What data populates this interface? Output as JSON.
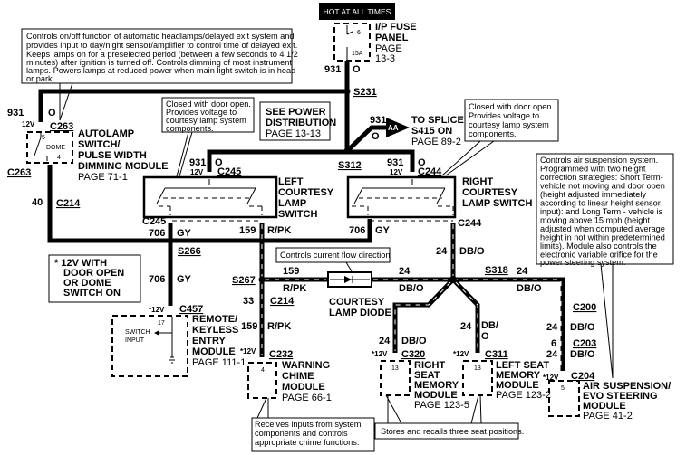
{
  "hot_label": "HOT AT ALL TIMES",
  "fuse_panel": {
    "title": [
      "I/P FUSE",
      "PANEL"
    ],
    "page": [
      "PAGE",
      "13-3"
    ],
    "fuse_no": "6",
    "rating": "15A"
  },
  "wires": {
    "w931": "931",
    "o": "O",
    "w706": "706",
    "gy": "GY",
    "w159": "159",
    "rpk": "R/PK",
    "w24": "24",
    "dbo": "DB/O",
    "db": "DB/",
    "w40": "40",
    "w33": "33",
    "w6": "6",
    "v12": "12V",
    "v12s": "*12V"
  },
  "connectors": {
    "s231": "S231",
    "s312": "S312",
    "s266": "S266",
    "s267": "S267",
    "s318": "S318",
    "c263": "C263",
    "c214": "C214",
    "c245": "C245",
    "c244": "C244",
    "c457": "C457",
    "c232": "C232",
    "c320": "C320",
    "c311": "C311",
    "c200": "C200",
    "c203": "C203",
    "c204": "C204"
  },
  "autolamp": {
    "title": [
      "AUTOLAMP",
      "SWITCH/",
      "PULSE WIDTH",
      "DIMMING MODULE"
    ],
    "page": "PAGE 71-1",
    "pin5": "5",
    "pin4": "4",
    "dome": "DOME"
  },
  "autolamp_note": [
    "Controls on/off function of automatic headlamps/delayed exit system and",
    "provides input to day/night sensor/amplifier to control time of delayed exit.",
    "Keeps lamps on for a preselected period (between a few seconds to 4 1/2",
    "minutes) after ignition is turned off. Controls dimming of most instrument",
    "lamps. Powers lamps at reduced power when main light switch is in head",
    "or park."
  ],
  "door_note": [
    "Closed with door open.",
    "Provides voltage to",
    "courtesy lamp system",
    "components."
  ],
  "power_dist": {
    "title": [
      "SEE POWER",
      "DISTRIBUTION"
    ],
    "page": "PAGE 13-13"
  },
  "splice": {
    "title": [
      "TO SPLICE",
      "S415 ON"
    ],
    "page": "PAGE 89-2",
    "tag": "AA"
  },
  "left_switch": [
    "LEFT",
    "COURTESY",
    "LAMP",
    "SWITCH"
  ],
  "right_switch": [
    "RIGHT",
    "COURTESY",
    "LAMP SWITCH"
  ],
  "air_note": [
    "Controls air suspension system.",
    "Programmed with two height",
    "correction strategies: Short Term-",
    "vehicle not moving and door open",
    "(height adjusted immediately",
    "according to linear height sensor",
    "input): and Long Term - vehicle is",
    "moving above 15 mph (height",
    "adjusted when computed average",
    "height in not within predetermined",
    "limits). Module also controls the",
    "electronic variable orifice for the",
    "power steering system."
  ],
  "star_note": [
    "* 12V WITH",
    "DOOR OPEN",
    "OR DOME",
    "SWITCH ON"
  ],
  "diode_note": "Controls current flow direction",
  "diode": [
    "COURTESY",
    "LAMP DIODE"
  ],
  "keyless": {
    "title": [
      "REMOTE/",
      "KEYLESS",
      "ENTRY",
      "MODULE"
    ],
    "page": "PAGE 111-1",
    "pin": "17",
    "input": [
      "SWITCH",
      "INPUT"
    ]
  },
  "chime": {
    "title": [
      "WARNING",
      "CHIME",
      "MODULE"
    ],
    "page": "PAGE 66-1",
    "pin": "4"
  },
  "chime_note": [
    "Receives inputs from system",
    "components and controls",
    "appropriate chime functions."
  ],
  "right_seat": {
    "title": [
      "RIGHT",
      "SEAT",
      "MEMORY",
      "MODULE"
    ],
    "page": "PAGE 123-5",
    "pin": "13"
  },
  "left_seat": {
    "title": [
      "LEFT  SEAT",
      "MEMORY",
      "MODULE"
    ],
    "page": "PAGE 123-2",
    "pin": "13"
  },
  "air": {
    "title": [
      "AIR SUSPENSION/",
      "EVO  STEERING",
      "MODULE"
    ],
    "page": "PAGE 41-2",
    "pin": "5"
  },
  "seat_note": "Stores and recalls three seat positions."
}
